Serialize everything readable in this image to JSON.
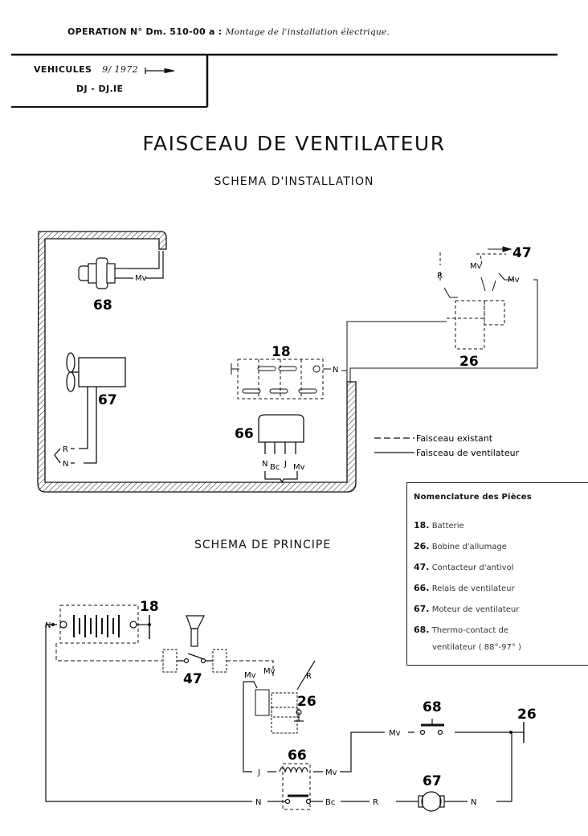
{
  "header": {
    "operation_label": "OPERATION N° Dm. 510-00 a :",
    "operation_desc": "Montage de l'installation électrique."
  },
  "vehicles": {
    "label": "VEHICULES",
    "date": "9/ 1972",
    "models": "DJ - DJ.IE"
  },
  "title": "FAISCEAU DE VENTILATEUR",
  "installation_title": "SCHEMA D'INSTALLATION",
  "principle_title": "SCHEMA DE PRINCIPE",
  "installation": {
    "parts": {
      "p68": "68",
      "p67": "67",
      "p18": "18",
      "p66": "66",
      "p26": "26",
      "p47": "47"
    },
    "wire_labels": {
      "thermo_mv": "Mv",
      "motor_r": "R",
      "motor_n": "N",
      "battery_n": "N",
      "relay_n": "N",
      "relay_bc": "Bc",
      "relay_j": "J",
      "relay_mv": "Mv",
      "coil_r": "R",
      "coil_mv_left": "Mv",
      "coil_mv_right": "Mv"
    }
  },
  "legend": {
    "existing": "Faisceau existant",
    "fan": "Faisceau de ventilateur"
  },
  "nomenclature": {
    "title": "Nomenclature des Pièces",
    "items": [
      {
        "num": "18.",
        "label": "Batterie"
      },
      {
        "num": "26.",
        "label": "Bobine d'allumage"
      },
      {
        "num": "47.",
        "label": "Contacteur d'antivol"
      },
      {
        "num": "66.",
        "label": "Relais de ventilateur"
      },
      {
        "num": "67.",
        "label": "Moteur de ventilateur"
      },
      {
        "num": "68.",
        "label": "Thermo-contact de"
      },
      {
        "num": "",
        "label": "ventilateur ( 88°-97° )"
      }
    ]
  },
  "principle": {
    "parts": {
      "p18": "18",
      "p47": "47",
      "p26a": "26",
      "p66": "66",
      "p68": "68",
      "p26b": "26",
      "p67": "67"
    },
    "wire_labels": {
      "bat_n": "N",
      "coil_mv1": "Mv",
      "coil_mv2": "Mv",
      "coil_r": "R",
      "relay_j": "J",
      "relay_mv": "Mv",
      "relay_n": "N",
      "relay_bc": "Bc",
      "thermo_mv": "Mv",
      "motor_r": "R",
      "motor_n": "N"
    }
  }
}
